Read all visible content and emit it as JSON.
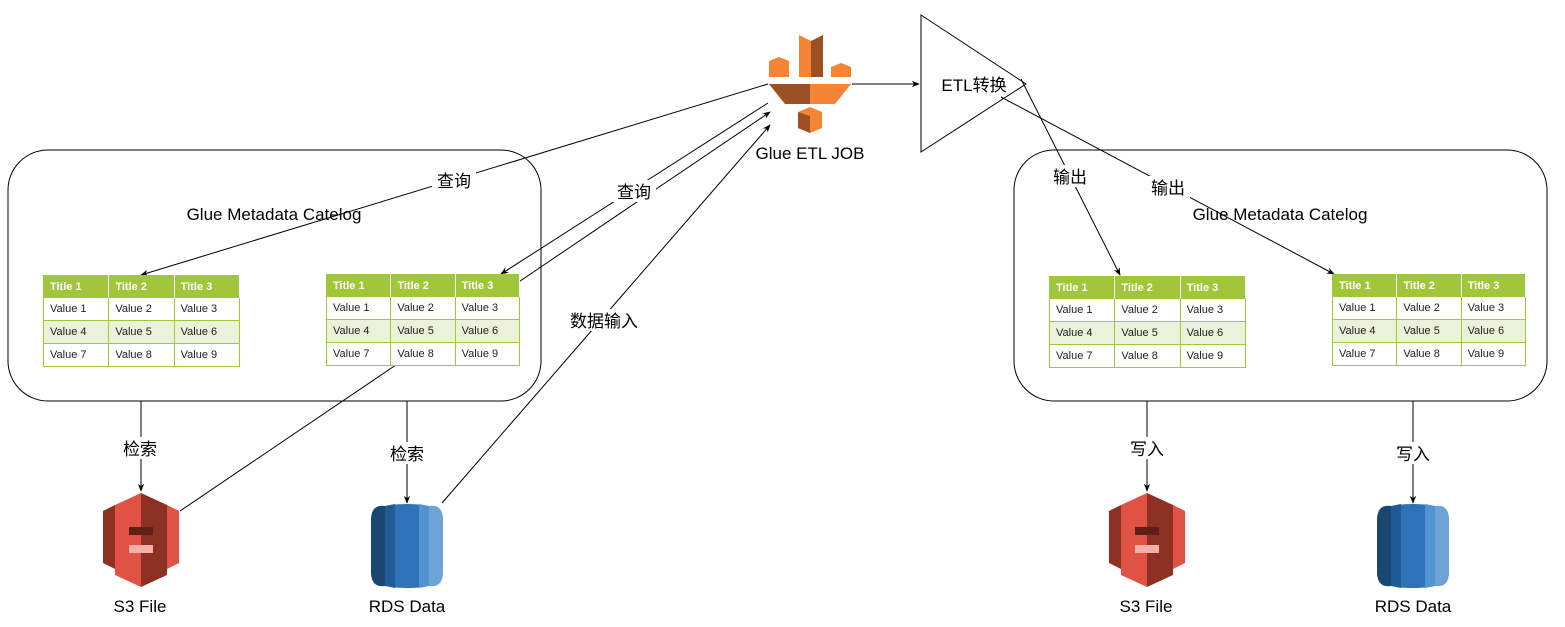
{
  "job": {
    "label": "Glue ETL JOB"
  },
  "transform": {
    "label": "ETL转换"
  },
  "catalogs": [
    {
      "title": "Glue Metadata Catelog"
    },
    {
      "title": "Glue Metadata Catelog"
    }
  ],
  "table": {
    "headers": [
      "Title 1",
      "Title 2",
      "Title 3"
    ],
    "rows": [
      [
        "Value 1",
        "Value 2",
        "Value 3"
      ],
      [
        "Value 4",
        "Value 5",
        "Value 6"
      ],
      [
        "Value 7",
        "Value 8",
        "Value 9"
      ]
    ]
  },
  "sources": {
    "s3": "S3 File",
    "rds": "RDS Data"
  },
  "edges": {
    "query": "查询",
    "data_input": "数据输入",
    "retrieve": "检索",
    "output": "输出",
    "write": "写入"
  },
  "colors": {
    "aws_orange": "#f58534",
    "s3_red": "#e05243",
    "rds_blue": "#2e73b8",
    "table_green": "#a0c63a"
  }
}
